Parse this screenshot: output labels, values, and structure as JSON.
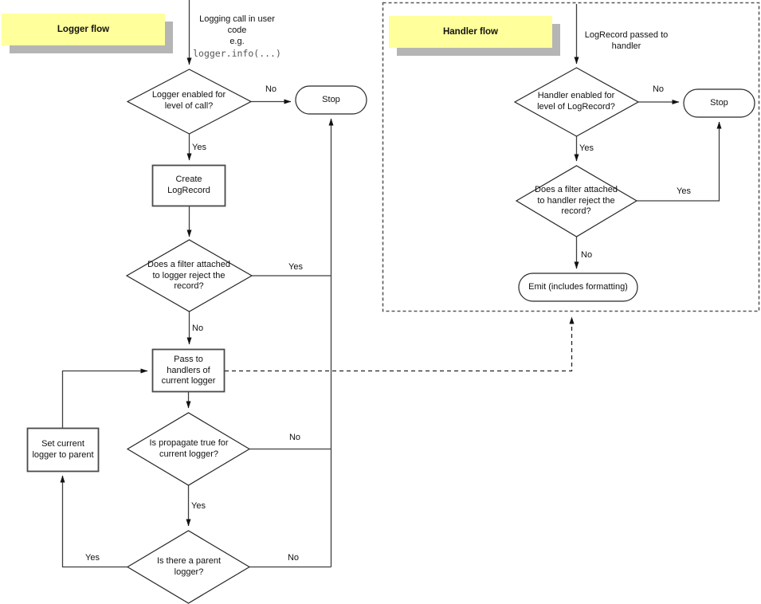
{
  "colors": {
    "note_fill": "#ffff9c",
    "note_shadow": "#b5b5b5",
    "line": "#3f3f3f",
    "shape_stroke": "#262626",
    "text": "#111111"
  },
  "logger": {
    "note": "Logger flow",
    "start": {
      "text": "Logging call in user\ncode\ne.g.",
      "code": "logger.info(...)"
    },
    "nodes": {
      "enabled": "Logger enabled for\nlevel of call?",
      "stop": "Stop",
      "create": "Create\nLogRecord",
      "filter": "Does a filter attached\nto logger reject the\nrecord?",
      "pass": "Pass to\nhandlers of\ncurrent logger",
      "propagate": "Is propagate true for\ncurrent logger?",
      "set_parent": "Set current\nlogger to parent",
      "parent": "Is there a parent\nlogger?"
    },
    "labels": {
      "enabled_no": "No",
      "enabled_yes": "Yes",
      "filter_yes": "Yes",
      "filter_no": "No",
      "propagate_no": "No",
      "propagate_yes": "Yes",
      "parent_yes": "Yes",
      "parent_no": "No"
    }
  },
  "handler": {
    "note": "Handler flow",
    "start": "LogRecord passed to\nhandler",
    "nodes": {
      "enabled": "Handler enabled for\nlevel of LogRecord?",
      "stop": "Stop",
      "filter": "Does a filter attached\nto handler reject the\nrecord?",
      "emit": "Emit (includes formatting)"
    },
    "labels": {
      "enabled_no": "No",
      "enabled_yes": "Yes",
      "filter_yes": "Yes",
      "filter_no": "No"
    }
  }
}
